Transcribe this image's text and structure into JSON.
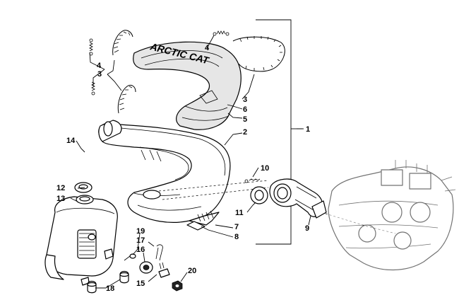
{
  "diagram": {
    "callouts": {
      "c1": "1",
      "c2": "2",
      "c3a": "3",
      "c3b": "3",
      "c4a": "4",
      "c4b": "4",
      "c5": "5",
      "c6": "6",
      "c7": "7",
      "c8": "8",
      "c9": "9",
      "c10": "10",
      "c11": "11",
      "c12": "12",
      "c13": "13",
      "c14": "14",
      "c15": "15",
      "c16": "16",
      "c17": "17",
      "c18": "18",
      "c19": "19",
      "c20": "20"
    },
    "heat_shield_logo": "ARCTIC CAT"
  }
}
